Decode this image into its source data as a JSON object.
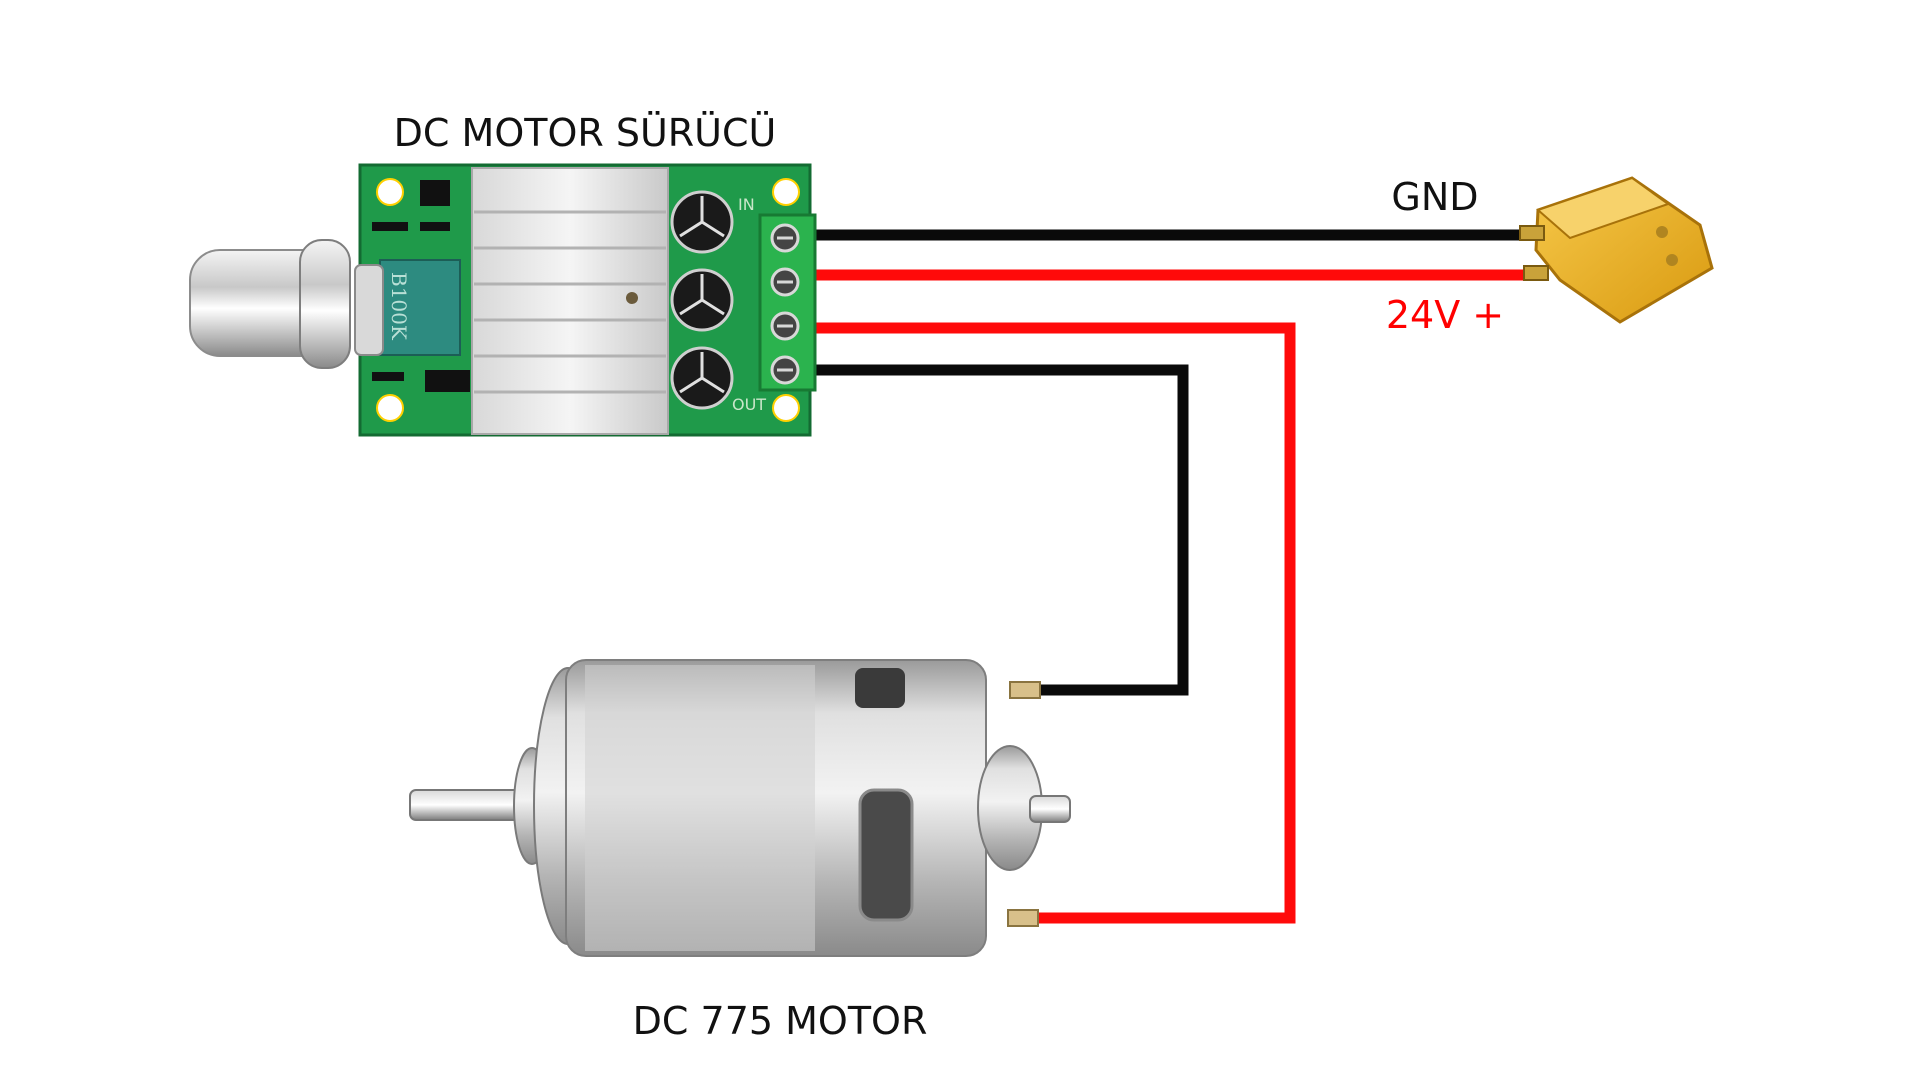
{
  "labels": {
    "driver_title": "DC MOTOR SÜRÜCÜ",
    "motor_title": "DC 775 MOTOR",
    "gnd": "GND",
    "vplus": "24V +",
    "pot_marking": "B100K",
    "in_marking": "IN",
    "out_marking": "OUT"
  },
  "colors": {
    "wire_red": "#ff0a0a",
    "wire_black": "#0a0a0a",
    "pcb_green": "#1f9a4a",
    "xt60_yellow": "#e8b020",
    "gnd_text": "#111111",
    "vplus_text": "#ff0000"
  },
  "icons": {
    "potentiometer": "knob-icon",
    "heatsink": "heatsink-icon",
    "capacitor": "capacitor-icon",
    "terminal": "screw-terminal-icon",
    "connector": "xt60-connector-icon",
    "motor": "dc-motor-icon"
  }
}
